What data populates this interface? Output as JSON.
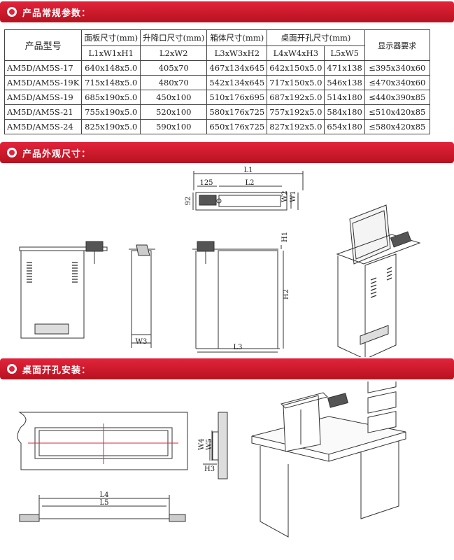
{
  "sections": {
    "params": "产品常规参数：",
    "dimensions": "产品外观尺寸：",
    "install": "桌面开孔安装："
  },
  "table": {
    "model_header": "产品型号",
    "group_headers": [
      "面板尺寸(mm)",
      "升降口尺寸(mm)",
      "箱体尺寸(mm)",
      "桌面开孔尺寸(mm)"
    ],
    "display_header": "显示器要求",
    "sub_headers": [
      "L1xW1xH1",
      "L2xW2",
      "L3xW3xH2",
      "L4xW4xH3",
      "L5xW5"
    ],
    "rows": [
      [
        "AM5D/AM5S-17",
        "640x148x5.0",
        "405x70",
        "467x134x645",
        "642x150x5.0",
        "471x138",
        "≤395x340x60"
      ],
      [
        "AM5D/AM5S-19K",
        "715x148x5.0",
        "480x70",
        "542x134x645",
        "717x150x5.0",
        "546x138",
        "≤470x340x60"
      ],
      [
        "AM5D/AM5S-19",
        "685x190x5.0",
        "450x100",
        "510x176x695",
        "687x192x5.0",
        "514x180",
        "≤440x390x85"
      ],
      [
        "AM5D/AM5S-21",
        "755x190x5.0",
        "520x100",
        "580x176x725",
        "757x192x5.0",
        "584x180",
        "≤510x420x85"
      ],
      [
        "AM5D/AM5S-24",
        "825x190x5.0",
        "590x100",
        "650x176x725",
        "827x192x5.0",
        "654x180",
        "≤580x420x85"
      ]
    ]
  },
  "drawing_labels": {
    "l1": "L1",
    "l2": "L2",
    "dim125": "125",
    "dim92": "92",
    "w1": "W1",
    "w2": "W2",
    "h1": "H1",
    "h2": "H2",
    "w3": "W3",
    "l3": "L3",
    "l4": "L4",
    "l5": "L5",
    "w4": "W4",
    "w5": "W5",
    "h3": "H3"
  },
  "colors": {
    "bar": "#d01a2c",
    "line": "#333333"
  }
}
